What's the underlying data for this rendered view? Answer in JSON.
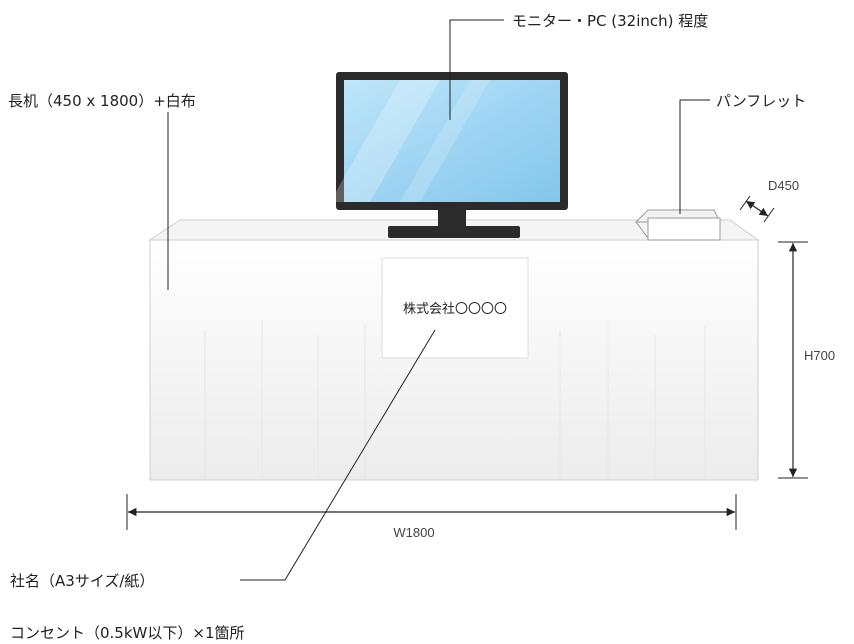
{
  "labels": {
    "monitor": "モニター・PC (32inch) 程度",
    "table": "長机（450 x 1800）+白布",
    "pamphlet": "パンフレット",
    "company_sign": "株式会社〇〇〇〇",
    "company_name_note": "社名（A3サイズ/紙）",
    "outlet": "コンセント（0.5kW以下）×1箇所"
  },
  "dimensions": {
    "depth": "D450",
    "height": "H700",
    "width": "W1800"
  }
}
